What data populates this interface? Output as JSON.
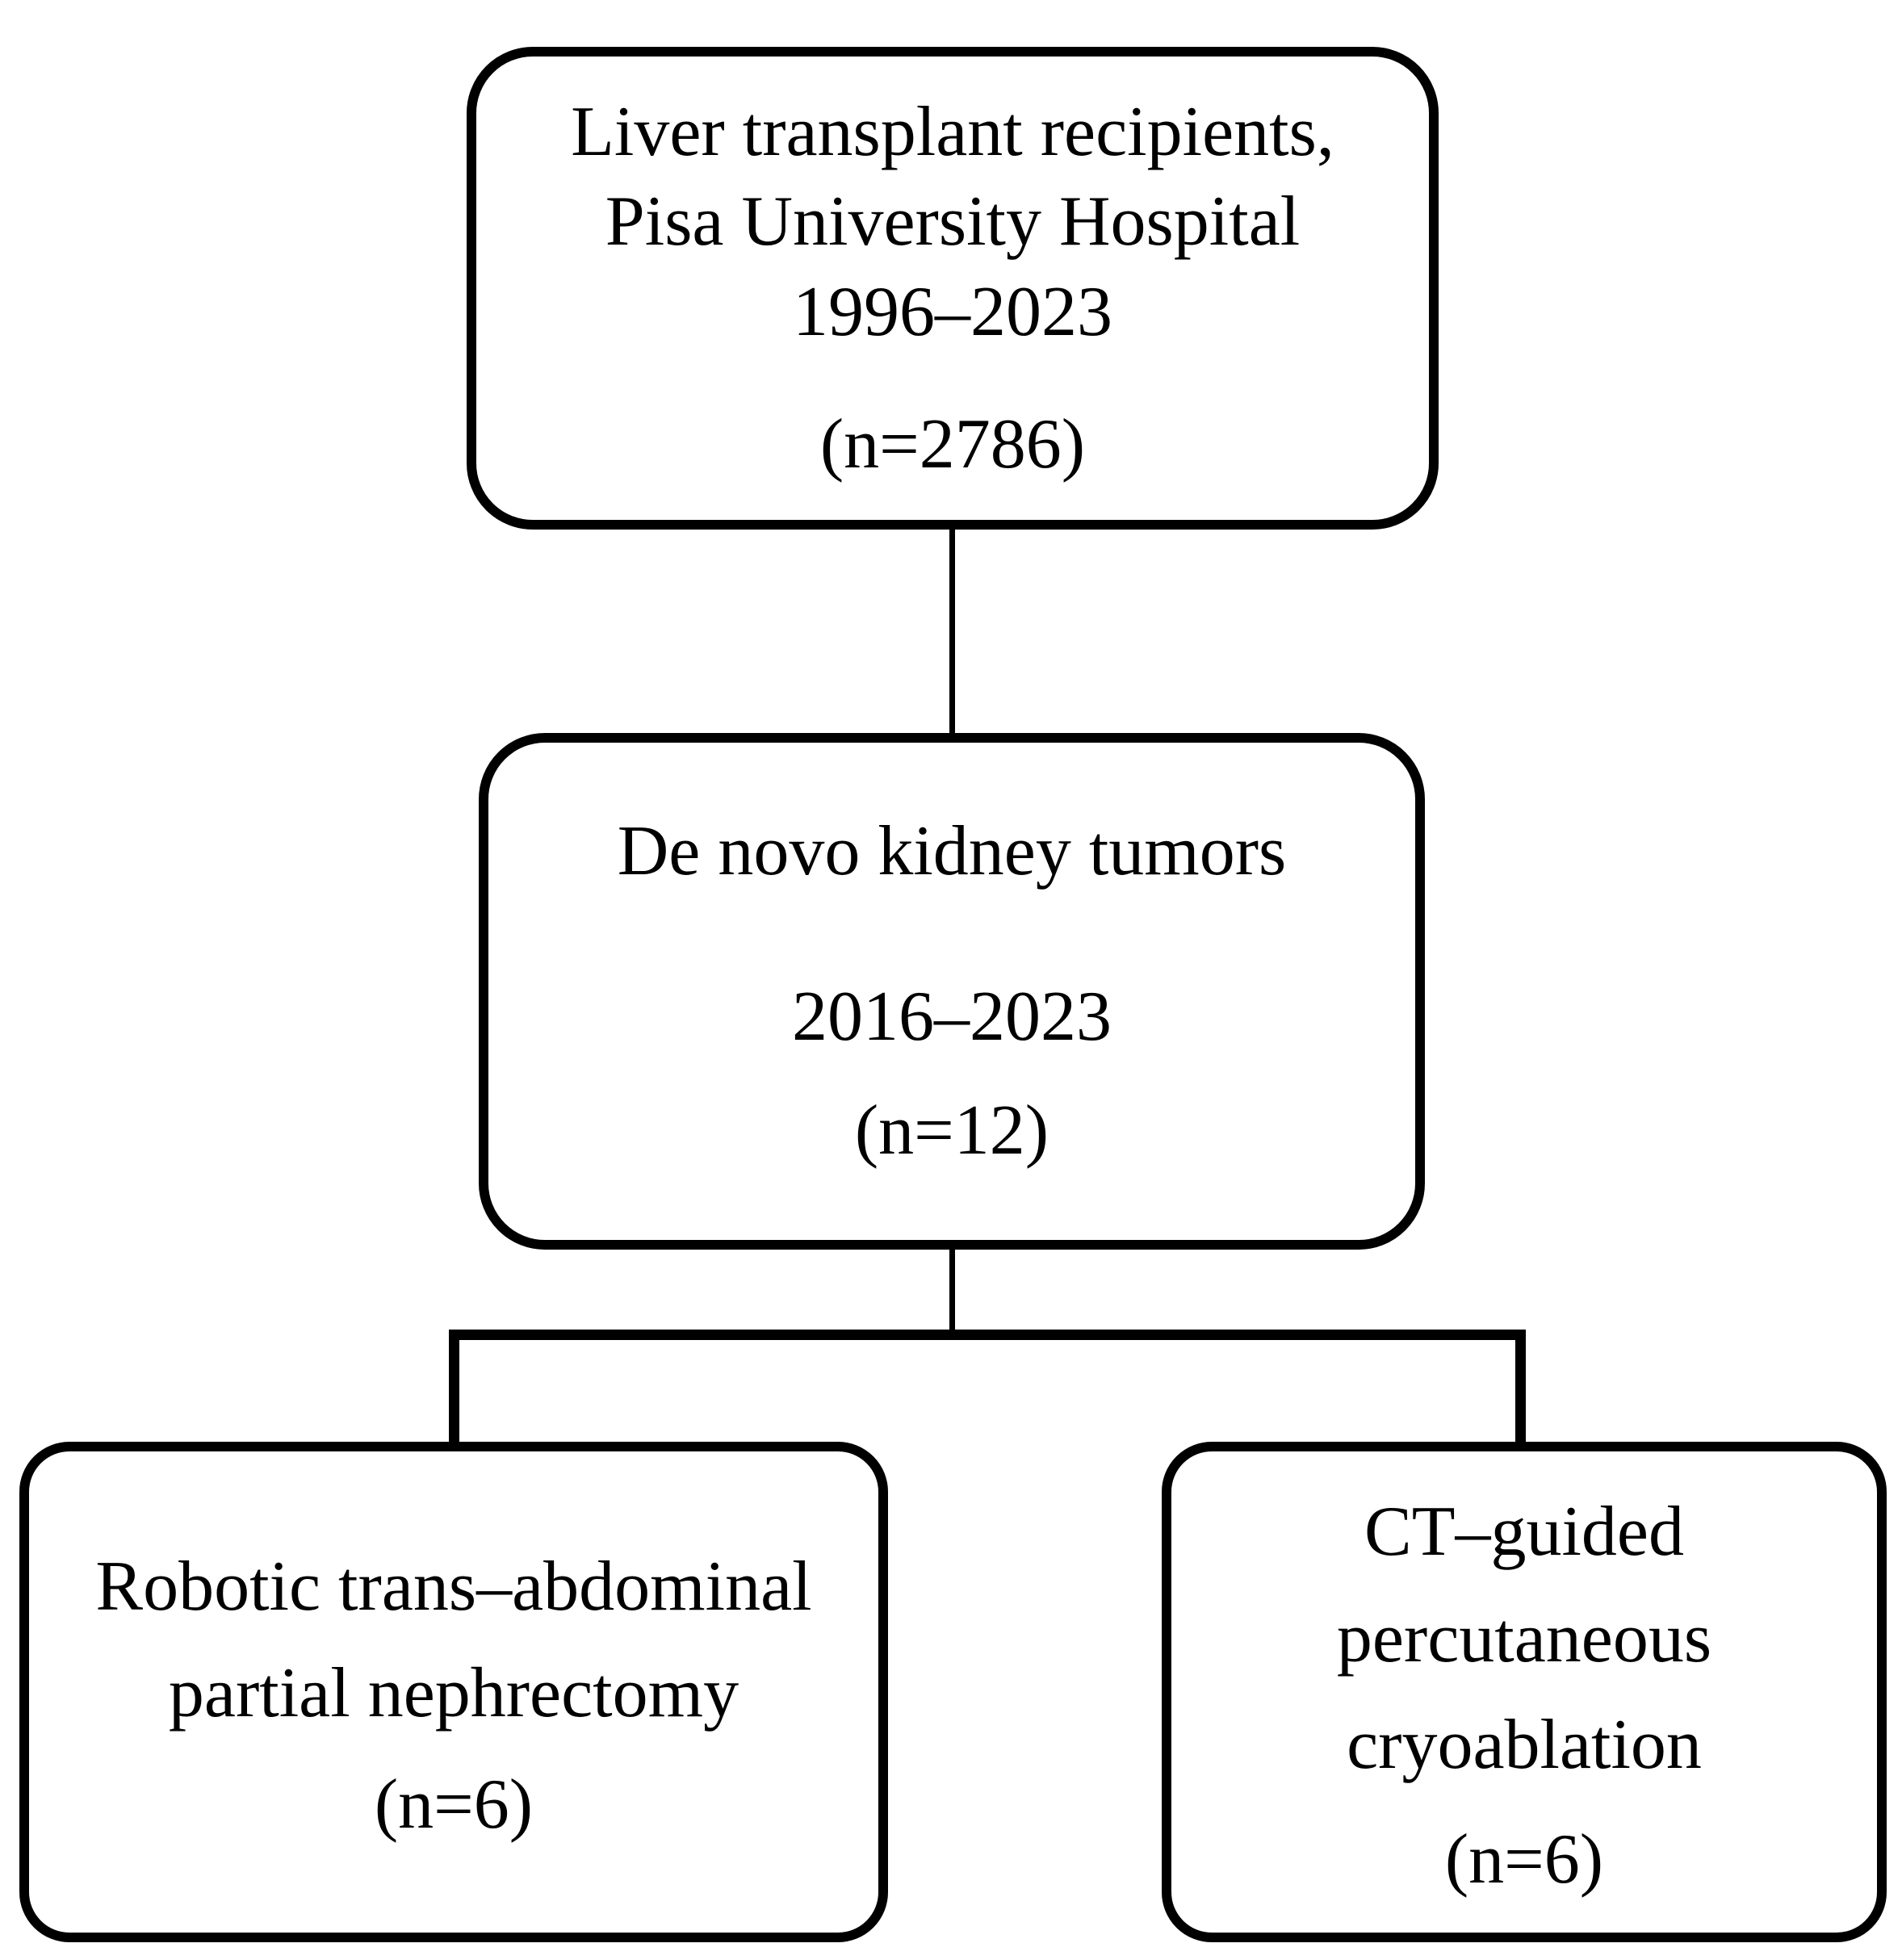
{
  "figure": {
    "background_color": "#ffffff",
    "stroke_color": "#000000",
    "nodes": {
      "top": {
        "lines": [
          "Liver transplant recipients,",
          "Pisa University Hospital",
          "1996–2023"
        ],
        "count": "(n=2786)"
      },
      "middle": {
        "title": "De novo kidney tumors",
        "date_range": "2016–2023",
        "count": "(n=12)"
      },
      "bottom_left": {
        "lines": [
          "Robotic trans–abdominal",
          "partial nephrectomy"
        ],
        "count": "(n=6)"
      },
      "bottom_right": {
        "lines": [
          "CT–guided",
          "percutaneous",
          "cryoablation"
        ],
        "count": "(n=6)"
      }
    }
  }
}
